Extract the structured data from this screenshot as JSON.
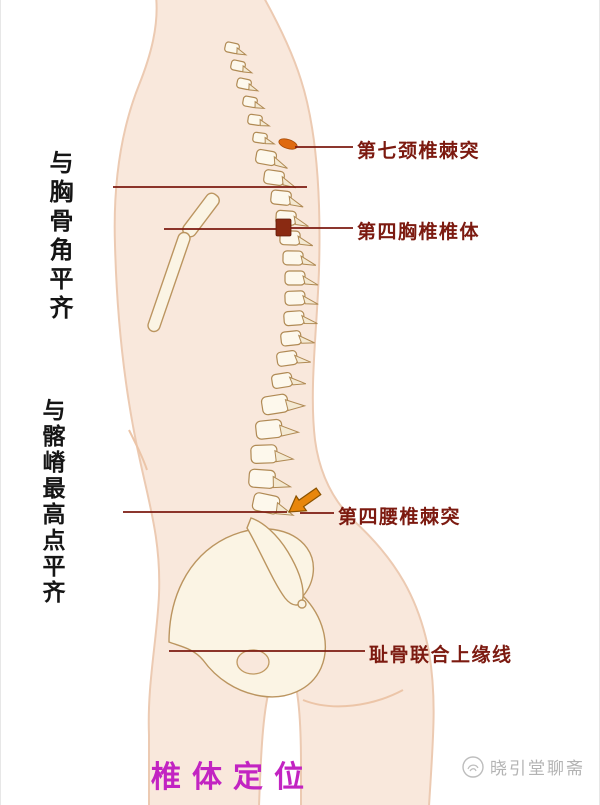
{
  "figure": {
    "title": "椎体定位",
    "watermark": "晓引堂聊斋"
  },
  "left_labels": {
    "sternal_angle": "与胸骨角平齐",
    "iliac_crest": "与髂嵴最高点平齐"
  },
  "right_labels": {
    "c7_spinous": "第七颈椎棘突",
    "t4_body": "第四胸椎椎体",
    "l4_spinous": "第四腰椎棘突",
    "pubic_symphysis": "耻骨联合上缘线"
  },
  "colors": {
    "label_maroon": "#7c1a10",
    "title_magenta": "#c224c2",
    "skin": "#f9e8dc",
    "bone_outline": "#b08a54",
    "marker_orange": "#df6a10",
    "marker_dark_red": "#8a2a12",
    "watermark_gray": "#b3b3b3"
  }
}
